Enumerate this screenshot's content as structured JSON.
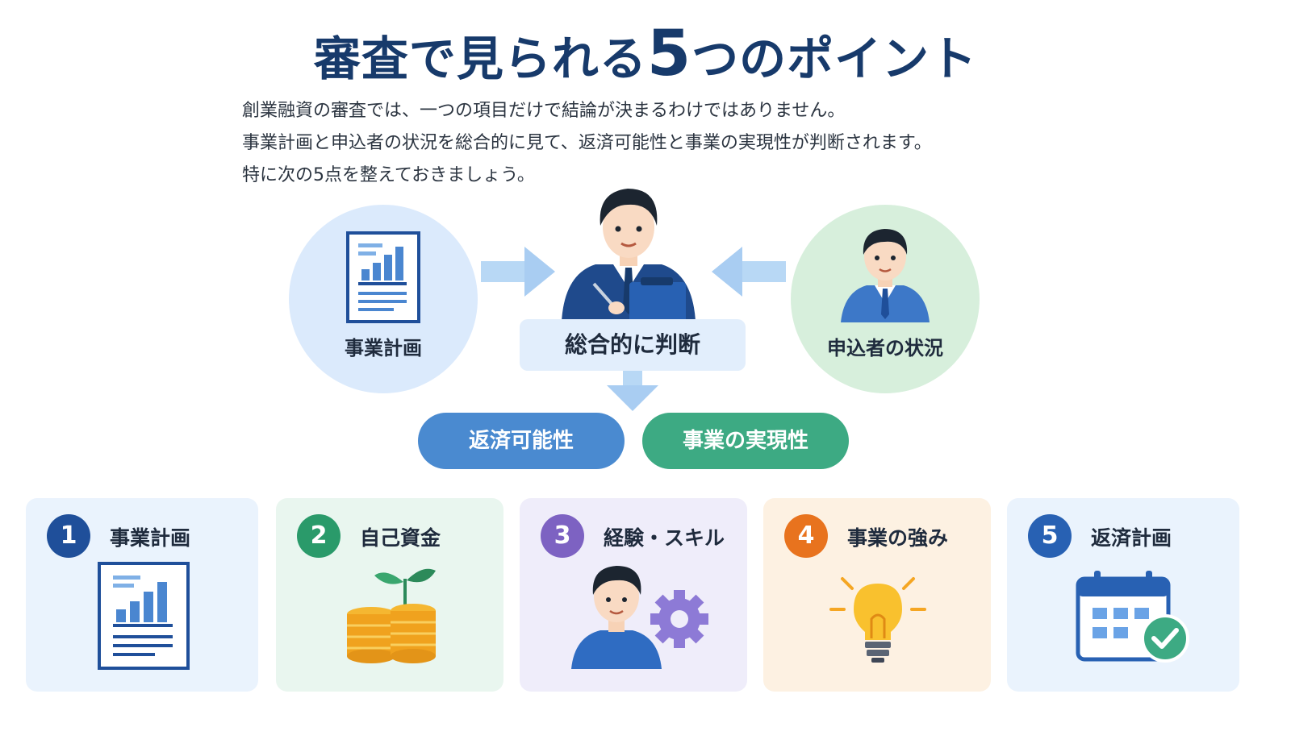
{
  "title": {
    "prefix": "審査で見られる",
    "number": "5",
    "suffix": "つのポイント"
  },
  "intro": [
    "創業融資の審査では、一つの項目だけで結論が決まるわけではありません。",
    "事業計画と申込者の状況を総合的に見て、返済可能性と事業の実現性が判断されます。",
    "特に次の5点を整えておきましょう。"
  ],
  "inputs": {
    "left_label": "事業計画",
    "right_label": "申込者の状況",
    "left_icon": "business-plan-chart-icon",
    "right_icon": "applicant-person-icon"
  },
  "center": {
    "label": "総合的に判断",
    "icon": "reviewer-person-icon"
  },
  "outcomes": {
    "repay": "返済可能性",
    "feasible": "事業の実現性"
  },
  "points": [
    {
      "num": "1",
      "title": "事業計画",
      "icon": "document-chart-icon",
      "color": "#1f4f9a",
      "bg": "#eaf3fd"
    },
    {
      "num": "2",
      "title": "自己資金",
      "icon": "coins-sprout-icon",
      "color": "#2a9a6a",
      "bg": "#e9f6ef"
    },
    {
      "num": "3",
      "title": "経験・スキル",
      "icon": "person-gear-icon",
      "color": "#7d62c2",
      "bg": "#efedfa"
    },
    {
      "num": "4",
      "title": "事業の強み",
      "icon": "lightbulb-icon",
      "color": "#e8731e",
      "bg": "#fdf1e2"
    },
    {
      "num": "5",
      "title": "返済計画",
      "icon": "calendar-check-icon",
      "color": "#2861b3",
      "bg": "#eaf3fd"
    }
  ],
  "colors": {
    "title": "#173a6b",
    "accent_blue": "#4a8ad0",
    "accent_green": "#3daa83"
  }
}
